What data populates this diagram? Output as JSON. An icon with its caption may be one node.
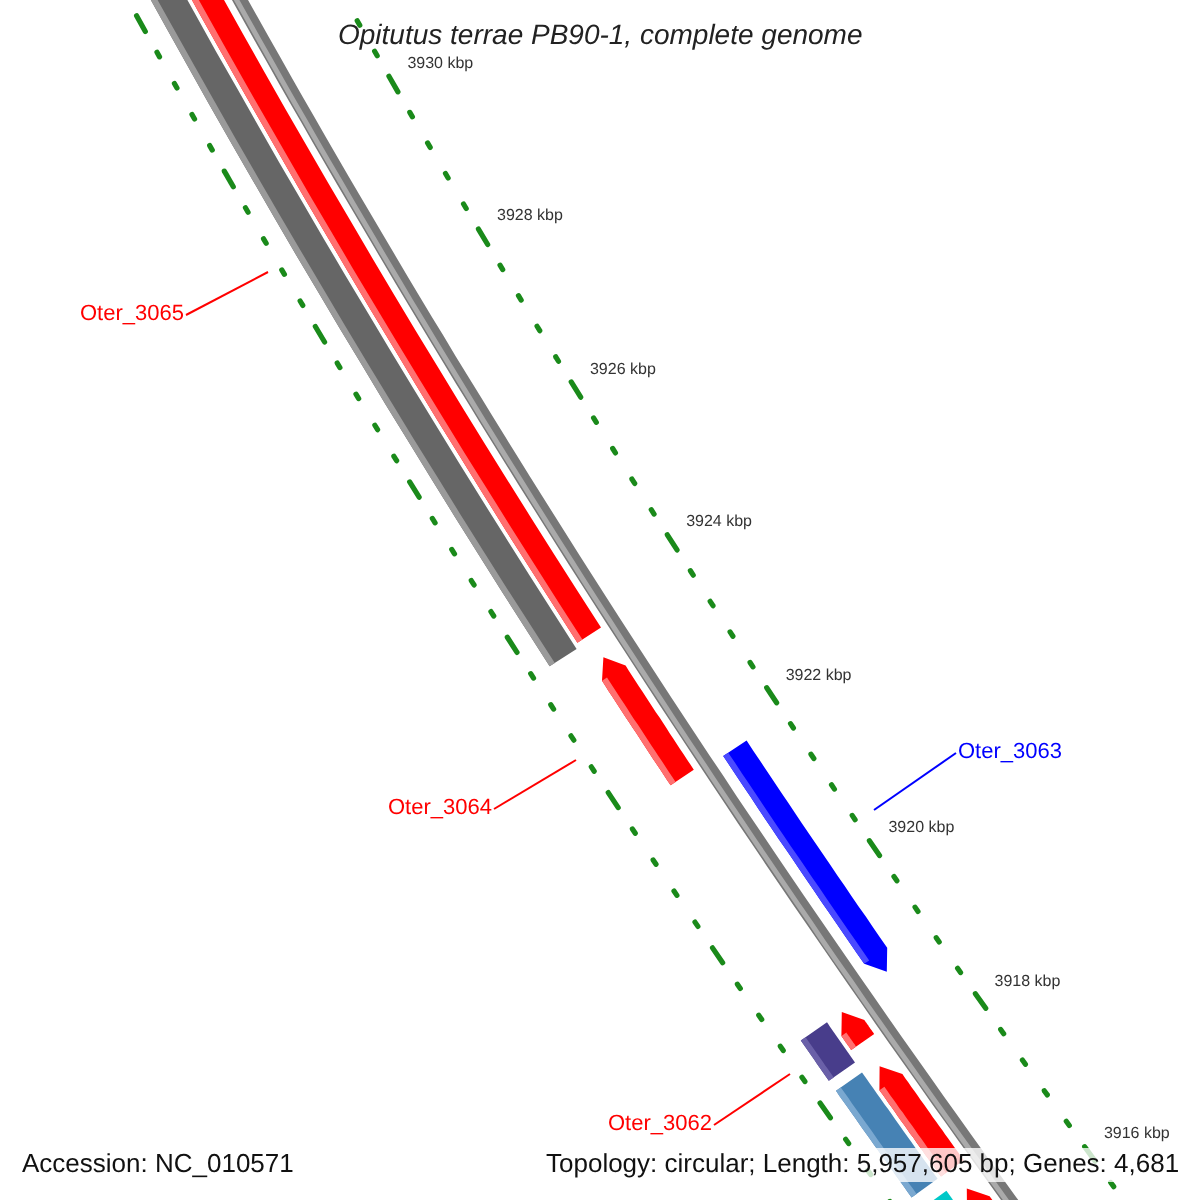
{
  "diagram": {
    "title": "Opitutus terrae PB90-1, complete genome",
    "nodes": [
      {
        "text": [
          "Oter_3065"
        ]
      },
      {
        "text": [
          "Oter_3064"
        ]
      },
      {
        "text": [
          "Oter_3063"
        ]
      },
      {
        "text": [
          "Oter_3062"
        ]
      }
    ],
    "edges": [
      {
        "from": 0,
        "to": null,
        "arrow": "none"
      },
      {
        "from": 1,
        "to": null,
        "arrow": "none"
      },
      {
        "from": 2,
        "to": null,
        "arrow": "none",
        "color": "#0000ff"
      },
      {
        "from": 3,
        "to": null,
        "arrow": "none"
      }
    ],
    "labels": [
      "3930 kbp",
      "3928 kbp",
      "3926 kbp",
      "3924 kbp",
      "3922 kbp",
      "3920 kbp",
      "3918 kbp",
      "3916 kbp",
      "Accession: NC_010571",
      "Topology: circular; Length: 5,957,605 bp; Genes: 4,681"
    ]
  }
}
